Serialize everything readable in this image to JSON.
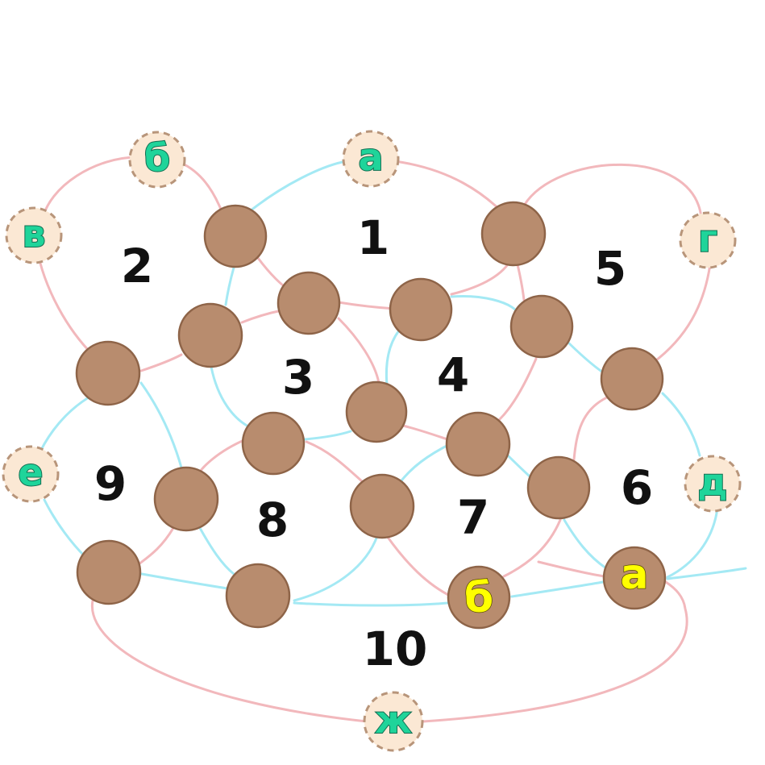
{
  "colors": {
    "bead": "#b88c6e",
    "bead_outline": "#8e6448",
    "ghost_bead_fill": "#fbe8d4",
    "ghost_bead_outline": "#b8957a",
    "thread_pink": "#f2b8bc",
    "thread_cyan": "#a4e9f4",
    "ghost_letter": "#1fd49a",
    "bead_letter": "#ffff00",
    "cell_number": "#111111"
  },
  "cells": [
    "1",
    "2",
    "3",
    "4",
    "5",
    "6",
    "7",
    "8",
    "9",
    "10"
  ],
  "ghost_beads": [
    "а",
    "б",
    "в",
    "г",
    "д",
    "е",
    "ж"
  ],
  "labeled_beads": [
    "б",
    "а"
  ]
}
